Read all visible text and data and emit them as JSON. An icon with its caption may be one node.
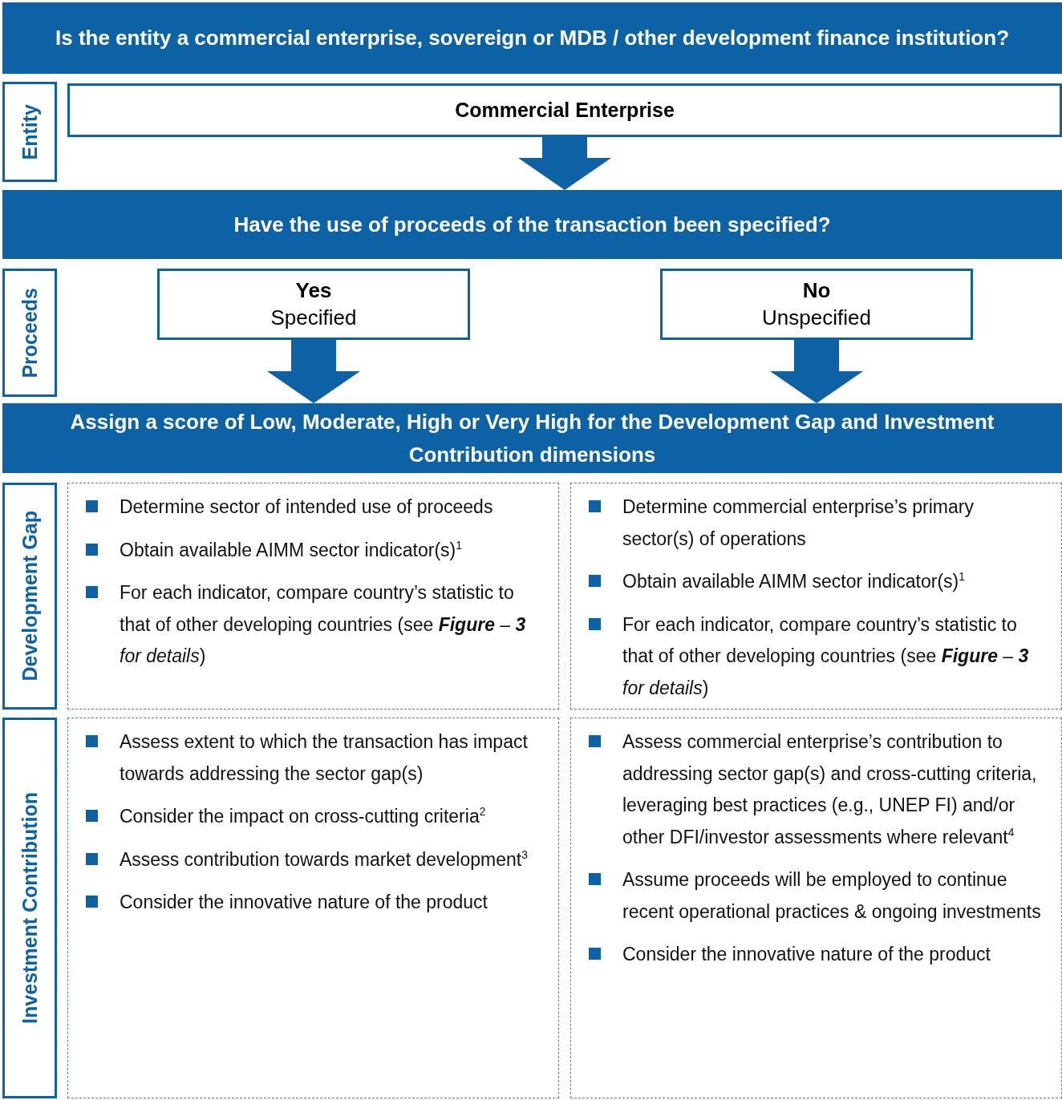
{
  "diagram": {
    "nodes": [
      {
        "text": [
          "Is the entity a commercial enterprise, sovereign or MDB / other development finance institution?"
        ]
      },
      {
        "text": [
          "Entity"
        ]
      },
      {
        "text": [
          "Commercial Enterprise"
        ]
      },
      {
        "text": [
          "Have the use of proceeds of the transaction been specified?"
        ]
      },
      {
        "text": [
          "Proceeds"
        ]
      },
      {
        "text": [
          "Yes",
          "Specified"
        ]
      },
      {
        "text": [
          "No",
          "Unspecified"
        ]
      },
      {
        "text": [
          "Assign a score of Low, Moderate, High or Very High for the Development Gap and Investment Contribution dimensions"
        ]
      },
      {
        "text": [
          "Development Gap"
        ]
      },
      {
        "text": [
          "Determine sector of intended use of proceeds",
          "Obtain available AIMM sector indicator(s)$^{1}$",
          "For each indicator, compare country’s statistic to that of other developing countries (see **Figure** – **3** *for details*)"
        ]
      },
      {
        "text": [
          "Determine commercial enterprise’s primary sector(s) of operations",
          "Obtain available AIMM sector indicator(s)$^{1}$",
          "For each indicator, compare country’s statistic to that of other developing countries (see **Figure** – **3** *for details*)"
        ]
      },
      {
        "text": [
          "Investment Contribution"
        ]
      },
      {
        "text": [
          "Assess extent to which the transaction has impact towards addressing the sector gap(s)",
          "Consider the impact on cross-cutting criteria$^{2}$",
          "Assess contribution towards market development$^{3}$",
          "Consider the innovative nature of the product"
        ]
      },
      {
        "text": [
          "Assess commercial enterprise’s contribution to addressing sector gap(s) and cross-cutting criteria, leveraging best practices (e.g., UNEP FI) and/or other DFI/investor assessments where relevant$^{4}$",
          "Assume proceeds will be employed to continue recent operational practices & ongoing investments",
          "Consider the innovative nature of the product"
        ]
      }
    ],
    "edges": [
      {
        "from": 2,
        "to": 3,
        "arrow": "to"
      },
      {
        "from": 5,
        "to": 7,
        "arrow": "to"
      },
      {
        "from": 6,
        "to": 7,
        "arrow": "to"
      }
    ]
  }
}
